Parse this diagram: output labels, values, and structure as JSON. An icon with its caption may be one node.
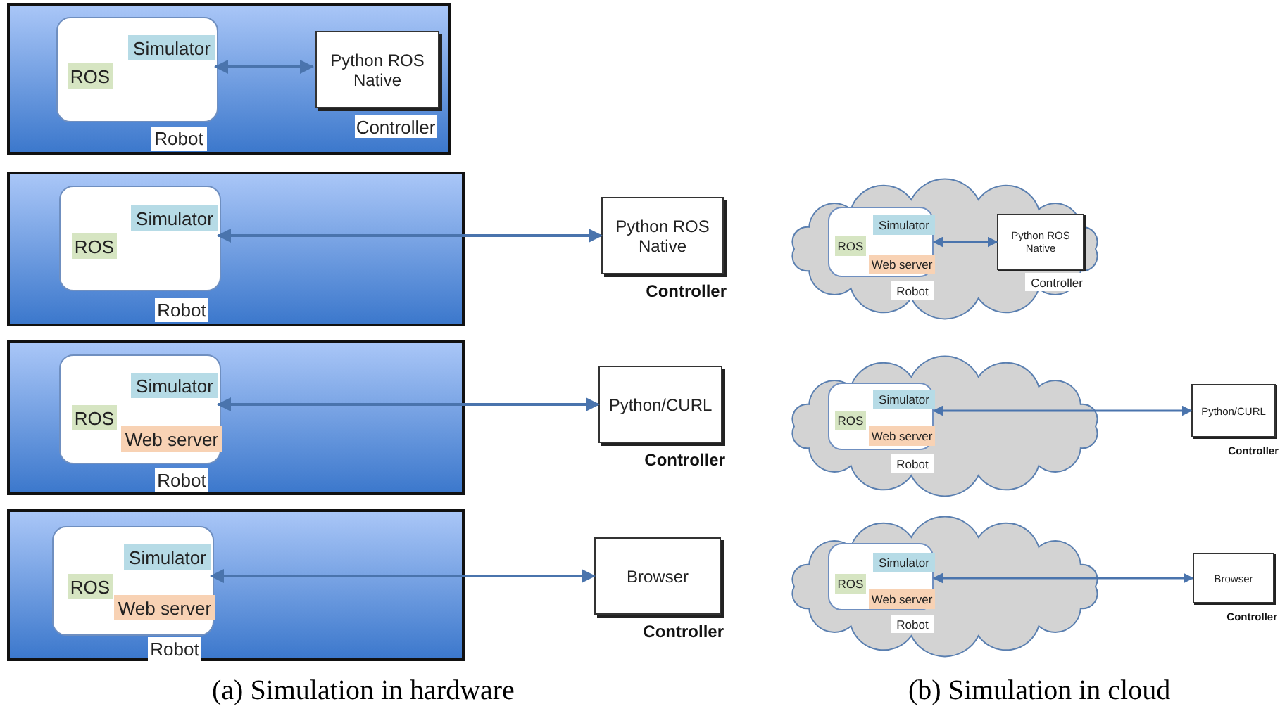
{
  "diagram": {
    "nodes": [
      {
        "text": [],
        "shape": "box"
      },
      {
        "text": [],
        "shape": "box",
        "in": 0
      },
      {
        "text": [
          "Simulator"
        ],
        "in": 1
      },
      {
        "text": [
          "ROS"
        ],
        "in": 1
      },
      {
        "text": [
          "Robot"
        ],
        "in": 0
      },
      {
        "text": [
          "Python ROS Native"
        ],
        "in": 0
      },
      {
        "text": [
          "Controller"
        ],
        "in": 0
      },
      {
        "text": [],
        "shape": "box"
      },
      {
        "text": [],
        "shape": "box",
        "in": 7
      },
      {
        "text": [
          "Simulator"
        ],
        "in": 8
      },
      {
        "text": [
          "ROS"
        ],
        "in": 8
      },
      {
        "text": [
          "Robot"
        ],
        "in": 7
      },
      {
        "text": [
          "Python ROS Native"
        ],
        "beside": [
          "Controller"
        ]
      },
      {
        "text": [],
        "shape": "box"
      },
      {
        "text": [],
        "shape": "box",
        "in": 13
      },
      {
        "text": [
          "Simulator"
        ],
        "in": 14
      },
      {
        "text": [
          "ROS"
        ],
        "in": 14
      },
      {
        "text": [
          "Web server"
        ],
        "in": 14
      },
      {
        "text": [
          "Robot"
        ],
        "in": 13
      },
      {
        "text": [
          "Python/CURL"
        ],
        "beside": [
          "Controller"
        ]
      },
      {
        "text": [],
        "shape": "box"
      },
      {
        "text": [],
        "shape": "box",
        "in": 20
      },
      {
        "text": [
          "Simulator"
        ],
        "in": 21
      },
      {
        "text": [
          "ROS"
        ],
        "in": 21
      },
      {
        "text": [
          "Web server"
        ],
        "in": 21
      },
      {
        "text": [
          "Robot"
        ],
        "in": 20
      },
      {
        "text": [
          "Browser"
        ],
        "beside": [
          "Controller"
        ]
      },
      {
        "text": [],
        "shape": "cloud"
      },
      {
        "text": [],
        "shape": "box",
        "in": 27
      },
      {
        "text": [
          "Simulator"
        ],
        "in": 28
      },
      {
        "text": [
          "ROS"
        ],
        "in": 28
      },
      {
        "text": [
          "Web server"
        ],
        "in": 28
      },
      {
        "text": [
          "Robot"
        ],
        "in": 27
      },
      {
        "text": [
          "Python ROS Native"
        ],
        "in": 27
      },
      {
        "text": [
          "Controller"
        ],
        "in": 27
      },
      {
        "text": [],
        "shape": "cloud"
      },
      {
        "text": [],
        "shape": "box",
        "in": 35
      },
      {
        "text": [
          "Simulator"
        ],
        "in": 36
      },
      {
        "text": [
          "ROS"
        ],
        "in": 36
      },
      {
        "text": [
          "Web server"
        ],
        "in": 36
      },
      {
        "text": [
          "Robot"
        ],
        "in": 35
      },
      {
        "text": [
          "Python/CURL"
        ],
        "beside": [
          "Controller"
        ]
      },
      {
        "text": [],
        "shape": "cloud"
      },
      {
        "text": [],
        "shape": "box",
        "in": 42
      },
      {
        "text": [
          "Simulator"
        ],
        "in": 43
      },
      {
        "text": [
          "ROS"
        ],
        "in": 43
      },
      {
        "text": [
          "Web server"
        ],
        "in": 43
      },
      {
        "text": [
          "Robot"
        ],
        "in": 42
      },
      {
        "text": [
          "Browser"
        ],
        "beside": [
          "Controller"
        ]
      }
    ],
    "edges": [
      {
        "from": 1,
        "to": 5,
        "arrow": "both"
      },
      {
        "from": 8,
        "to": 12,
        "arrow": "both"
      },
      {
        "from": 14,
        "to": 19,
        "arrow": "both"
      },
      {
        "from": 21,
        "to": 26,
        "arrow": "both"
      },
      {
        "from": 28,
        "to": 33,
        "arrow": "both"
      },
      {
        "from": 36,
        "to": 41,
        "arrow": "both"
      },
      {
        "from": 43,
        "to": 48,
        "arrow": "both"
      }
    ],
    "labels": [
      "(a) Simulation in hardware",
      "(b) Simulation in cloud"
    ]
  }
}
